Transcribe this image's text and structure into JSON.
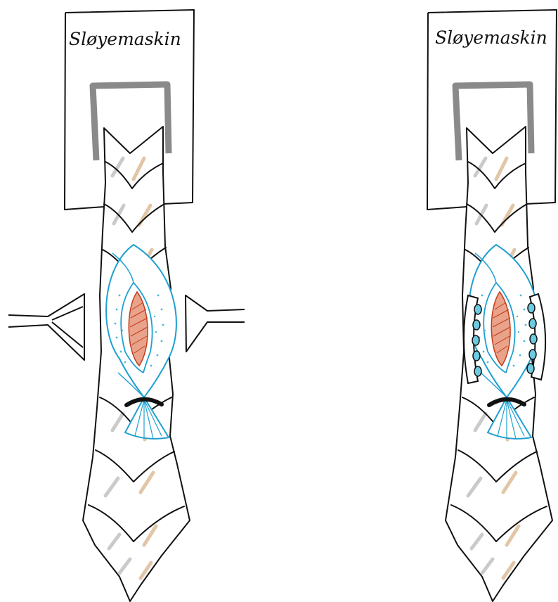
{
  "panels": [
    {
      "machine_label": "Sløyemaskin",
      "guide_type": "funnel-nozzles"
    },
    {
      "machine_label": "Sløyemaskin",
      "guide_type": "roller-guides"
    }
  ],
  "colors": {
    "ink": "#111111",
    "clamp_gray": "#8a8a8a",
    "belt_hatch_gray": "#b9b9b9",
    "belt_hatch_tan": "#d7b48a",
    "fish_outline": "#1fa0d0",
    "fish_dots": "#48b6dc",
    "gut_cavity": "#d0552e",
    "roller_fill": "#6ccbe0"
  }
}
